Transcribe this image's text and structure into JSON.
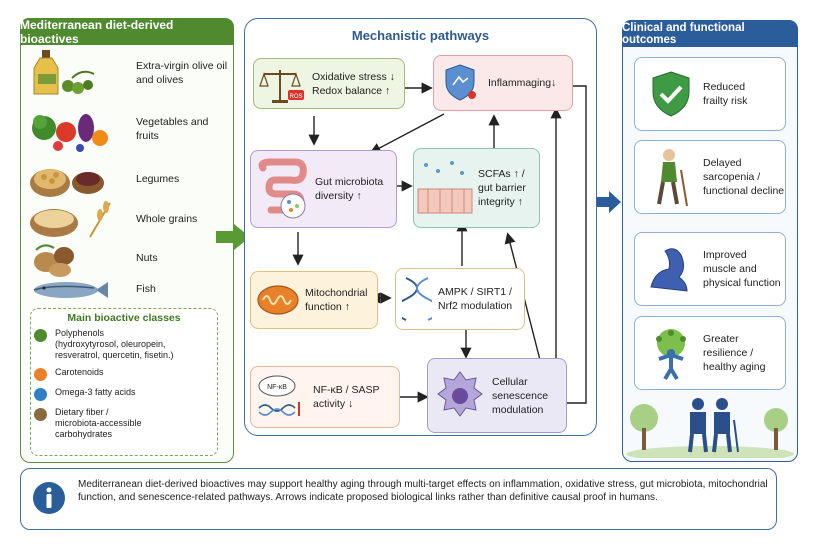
{
  "left_panel": {
    "header": "Mediterranean diet-derived bioactives",
    "foods": [
      {
        "label": "Extra-virgin olive oil and olives",
        "icon": "olive-oil-icon"
      },
      {
        "label": "Vegetables and fruits",
        "icon": "vegetables-fruits-icon"
      },
      {
        "label": "Legumes",
        "icon": "legumes-icon"
      },
      {
        "label": "Whole grains",
        "icon": "whole-grains-icon"
      },
      {
        "label": "Nuts",
        "icon": "nuts-icon"
      },
      {
        "label": "Fish",
        "icon": "fish-icon"
      }
    ],
    "classes_title": "Main bioactive classes",
    "classes": [
      {
        "label": "Polyphenols\n(hydroxytyrosol, oleuropein,\nresveratrol, quercetin, fisetin.)",
        "icon": "polyphenol-leaf-icon",
        "color": "#4f8a2e"
      },
      {
        "label": "Carotenoids",
        "icon": "carrot-icon",
        "color": "#e8822a"
      },
      {
        "label": "Omega-3 fatty acids",
        "icon": "fish-drop-icon",
        "color": "#2e7fc4"
      },
      {
        "label": "Dietary fiber /\nmicrobiota-accessible\ncarbohydrates",
        "icon": "grain-icon",
        "color": "#8a6a3f"
      }
    ]
  },
  "middle_panel": {
    "title": "Mechanistic pathways",
    "boxes": {
      "oxidative": "Oxidative stress ↓\nRedox balance ↑",
      "ros_badge": "ROS",
      "inflammaging": "Inflammaging↓",
      "microbiota": "Gut microbiota\ndiversity ↑",
      "scfa": "SCFAs ↑ /\ngut barrier\nintegrity ↑",
      "mito": "Mitochondrial\nfunction ↑",
      "ampk": "AMPK / SIRT1 /\nNrf2 modulation",
      "nfkb": "NF-κB / SASP\nactivity ↓",
      "nfkb_badge": "NF-κB",
      "senescence": "Cellular\nsenescence\nmodulation"
    }
  },
  "right_panel": {
    "header": "Clinical and functional outcomes",
    "outcomes": [
      {
        "label": "Reduced\nfrailty risk",
        "icon": "shield-check-icon"
      },
      {
        "label": "Delayed\nsarcopenia /\nfunctional decline",
        "icon": "elderly-walker-icon"
      },
      {
        "label": "Improved\nmuscle and\nphysical function",
        "icon": "flexed-arm-icon"
      },
      {
        "label": "Greater\nresilience /\nhealthy aging",
        "icon": "tree-person-icon"
      }
    ]
  },
  "footer": {
    "text": "Mediterranean diet-derived bioactives may support healthy aging through multi-target effects on inflammation, oxidative stress, gut microbiota, mitochondrial function, and senescence-related pathways. Arrows indicate proposed biological links rather than definitive causal proof in humans."
  },
  "colors": {
    "green": "#4f8a2e",
    "blue": "#2b5d9b",
    "arrow_green": "#5a9a34"
  }
}
